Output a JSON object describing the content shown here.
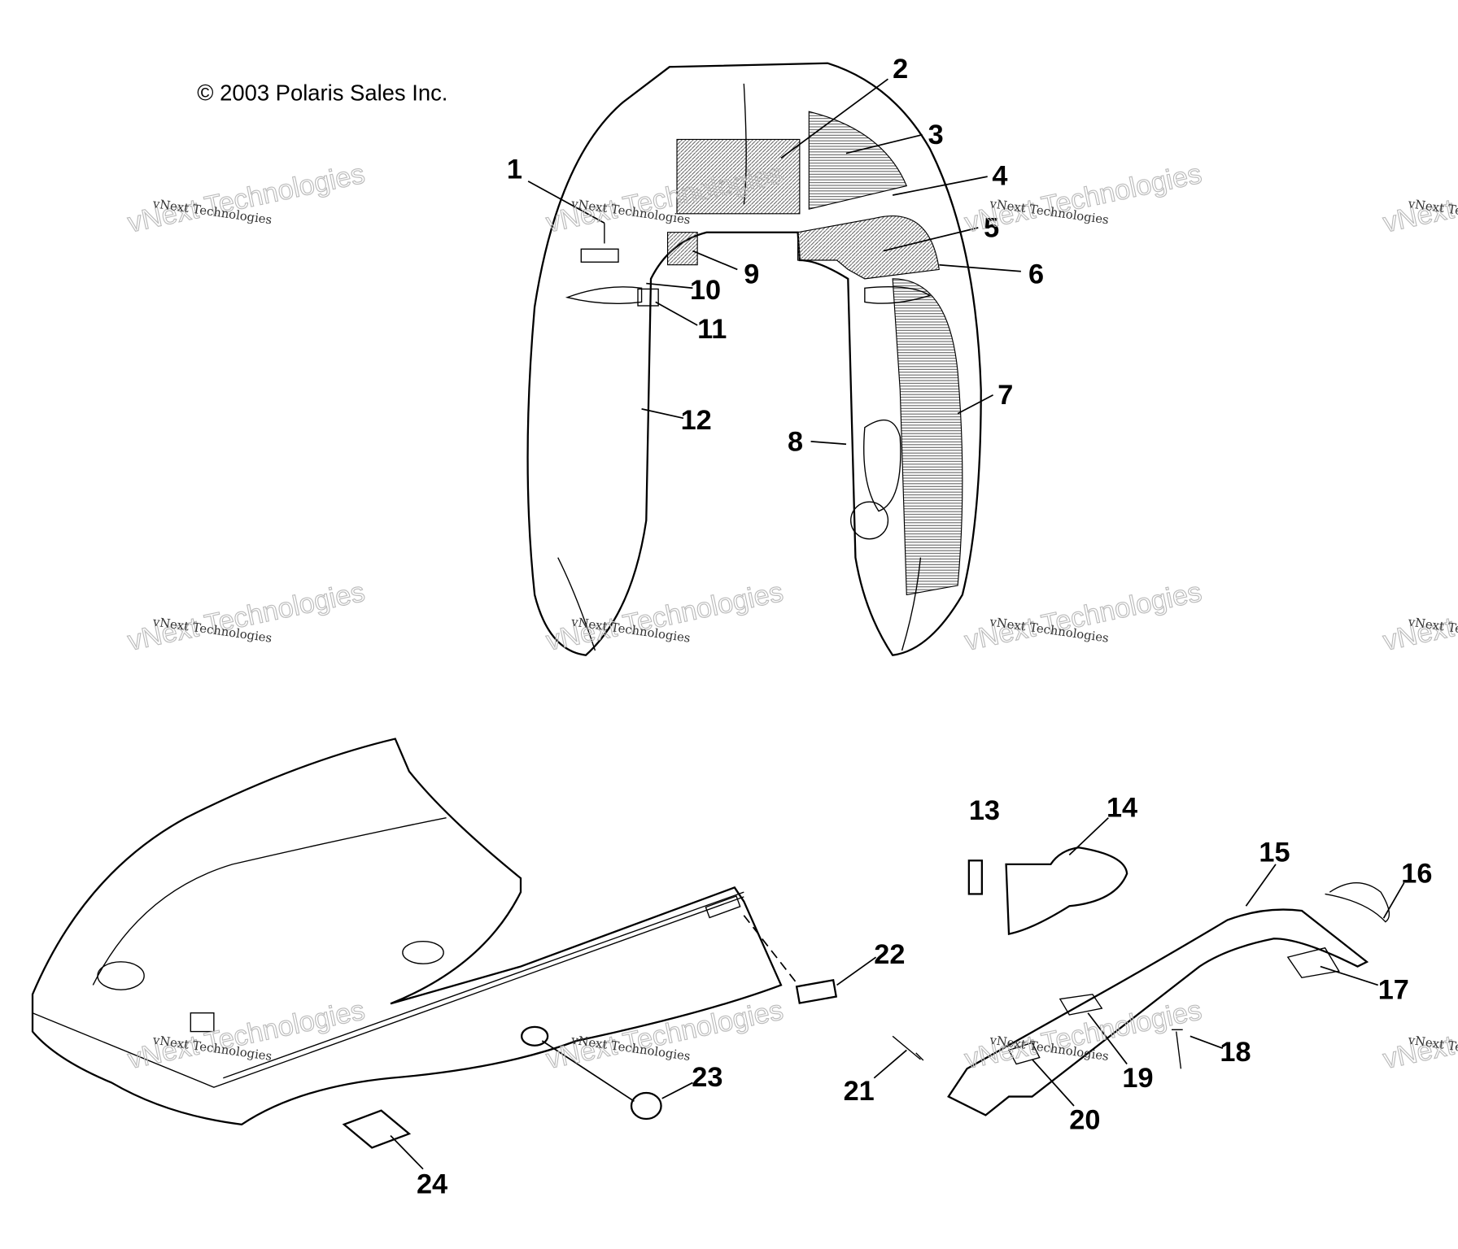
{
  "copyright": "© 2003 Polaris Sales Inc.",
  "watermark": {
    "big": "vNext Technologies",
    "small": "vNext Technologies"
  },
  "callouts": [
    "1",
    "2",
    "3",
    "4",
    "5",
    "6",
    "7",
    "8",
    "9",
    "10",
    "11",
    "12",
    "13",
    "14",
    "15",
    "16",
    "17",
    "18",
    "19",
    "20",
    "21",
    "22",
    "23",
    "24"
  ]
}
